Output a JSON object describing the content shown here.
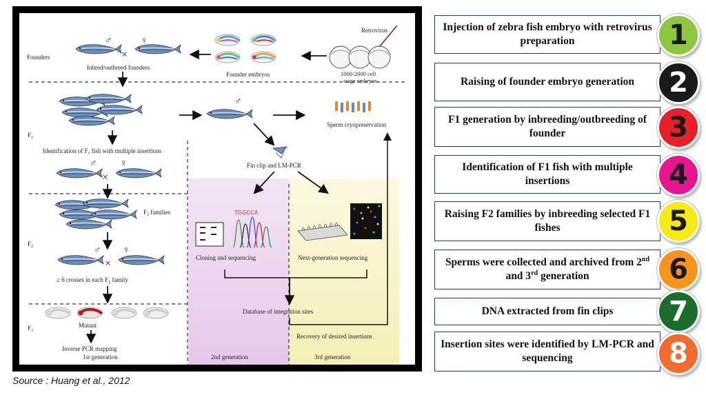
{
  "figure": {
    "labels": {
      "founders": "Founders",
      "retrovirus": "Retrovirus",
      "male": "♂",
      "female": "♀",
      "cross": "×",
      "inbred_founders": "Inbred/outbreed founders",
      "founder_embryos": "Founder embryos",
      "stage_embryos_1": "1000-2000 cell",
      "stage_embryos_2": "stage embryos",
      "f1": "F",
      "f1_sub": "1",
      "sperm": "Sperm cryopreservation",
      "identification_pre": "Identification of F",
      "identification_sub": "1",
      "identification_post": " fish with multiple insertions",
      "fin_clip": "Fin clip and LM-PCR",
      "f2_families_pre": "F",
      "f2_families_sub": "2",
      "f2_families_post": " families",
      "f2": "F",
      "f2_sub": "2",
      "seq_letters": "TGGCCA",
      "cloning": "Cloning and sequencing",
      "ngs": "Next-generation sequencing",
      "crosses_pre": "≥ 6 crosses in each F",
      "crosses_sub": "2",
      "crosses_post": " family",
      "f3": "F",
      "f3_sub": "3",
      "database": "Database of integration sites",
      "mutant": "Mutant",
      "inverse_pcr": "Inverse PCR mapping",
      "recovery": "Recovery of desired insertions",
      "gen1": "1st generation",
      "gen2": "2nd generation",
      "gen3": "3rd generation"
    }
  },
  "source": "Source : Huang et al., 2012",
  "steps": [
    {
      "number": "1",
      "text": "Injection of zebra fish embryo with retrovirus preparation",
      "badge_color": "#8dc63f",
      "text_color": "#1a1a1a"
    },
    {
      "number": "2",
      "text": "Raising of founder  embryo generation",
      "badge_color": "#1a1a1a",
      "text_color": "#ffffff"
    },
    {
      "number": "3",
      "text": "F1 generation by inbreeding/outbreeding of founder",
      "badge_color": "#e8202a",
      "text_color": "#1a1a1a"
    },
    {
      "number": "4",
      "text": "Identification of F1 fish with multiple insertions",
      "badge_color": "#e6168f",
      "text_color": "#1a1a1a"
    },
    {
      "number": "5",
      "text": "Raising F2 families by inbreeding selected F1 fishes",
      "badge_color": "#f5ea14",
      "text_color": "#1a1a1a"
    },
    {
      "number": "6",
      "text_pre": "Sperms were collected and archived from 2",
      "sup1": "nd",
      "text_mid": " and 3",
      "sup2": "rd",
      "text_post": " generation",
      "badge_color": "#f7941d",
      "text_color": "#1a1a1a"
    },
    {
      "number": "7",
      "text": "DNA extracted from fin clips",
      "badge_color": "#1b6d2e",
      "text_color": "#ffffff"
    },
    {
      "number": "8",
      "text": "Insertion sites were identified by LM-PCR and sequencing",
      "badge_color": "#f26a2e",
      "text_color": "#ffffff"
    }
  ]
}
